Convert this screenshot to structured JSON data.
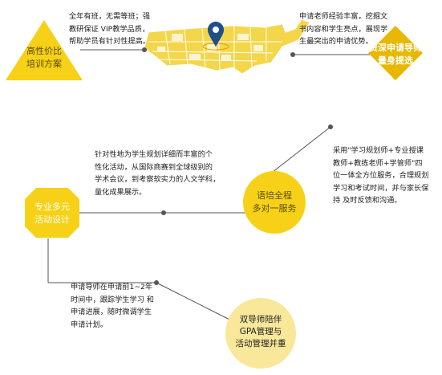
{
  "colors": {
    "accent": "#f7d117",
    "accent_dark": "#e8b800",
    "line": "#555555",
    "map_fill": "#f4d64a",
    "map_light": "#f9e79a"
  },
  "nodes": {
    "n1": {
      "label": "高性价比\n培训方案",
      "color": "#5a4a00"
    },
    "n2": {
      "label": "资深申请导师\n量身提选",
      "color": "#ffffff"
    },
    "n3": {
      "label": "专业多元\n活动设计",
      "color": "#ffffff"
    },
    "n4": {
      "label": "语培全程\n多对一服务",
      "color": "#5a4a00"
    },
    "n5": {
      "label": "双导师陪伴\nGPA管理与\n活动管理并重",
      "color": "#222222"
    }
  },
  "texts": {
    "t1": "全年有班，无需等班；强\n教研保证 VIP教学品质，\n帮助学员有针对性提高。",
    "t2": "申请老师经验丰富，挖掘文\n书内容和学生亮点，展现学\n生最突出的申请优势。",
    "t3": "针对性地为学生规划详细而丰富的个\n性化活动，从国际商赛到全球级别的\n学术会议，到考察软实力的人文学科，\n量化成果展示。",
    "t4": "采用\"学习规划师+专业授课\n教师+教练老师+学管师\"四\n位一体全方位服务，合理规划\n学习和考试时间，并与家长保\n持 及时反馈和沟通。",
    "t5": "申请导师在申请前1~2年\n时间中，跟踪学生学习 和\n申请进展，随时微调学生\n申请计划。"
  },
  "icons": {
    "map": "usa-map-icon",
    "pin": "location-pin-icon"
  }
}
